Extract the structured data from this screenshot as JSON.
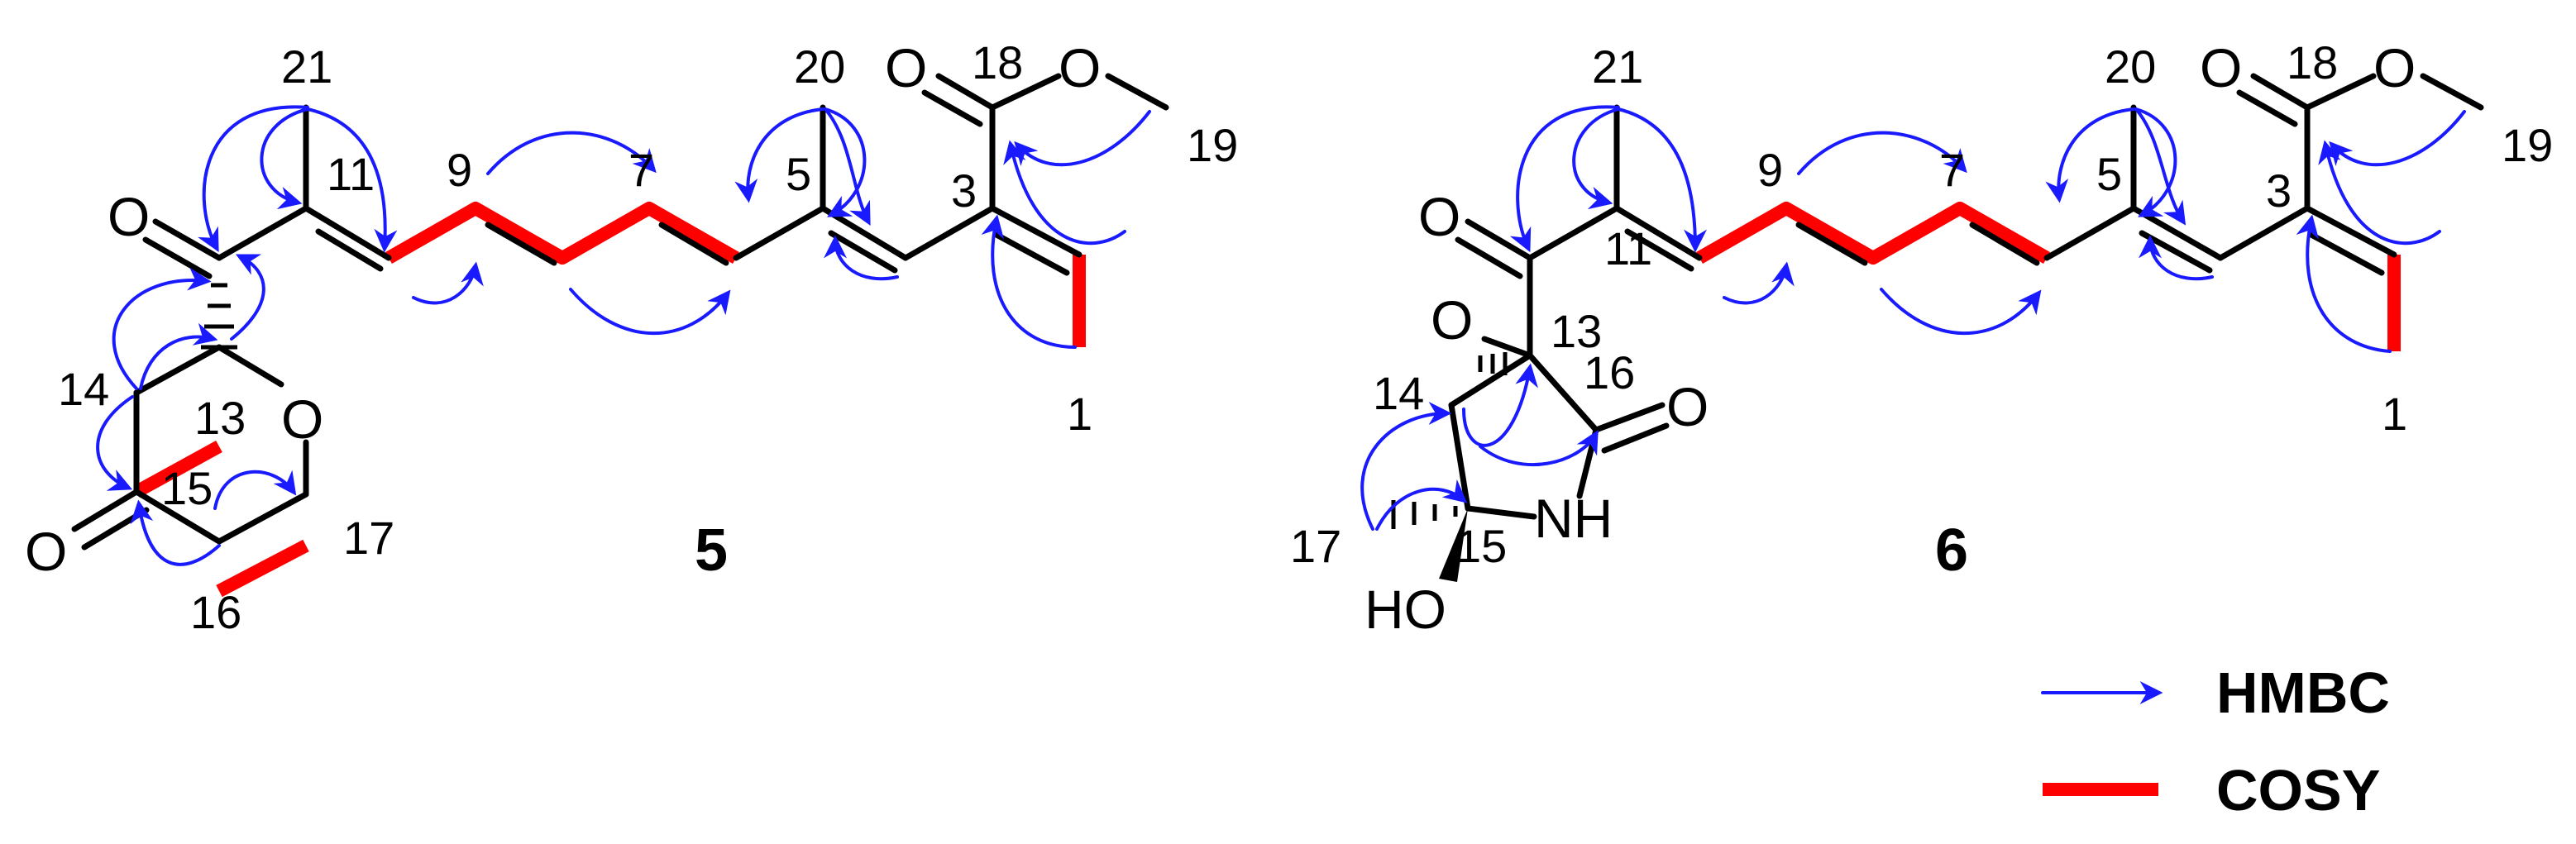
{
  "compounds": {
    "c5": {
      "label": "5",
      "atoms": {
        "o_ketone": "O",
        "o_ring": "O",
        "o_c15": "O",
        "o_carbonyl18": "O",
        "o_ester": "O"
      },
      "numbers": [
        "21",
        "11",
        "9",
        "7",
        "20",
        "5",
        "3",
        "18",
        "19",
        "1",
        "14",
        "13",
        "15",
        "17",
        "16"
      ]
    },
    "c6": {
      "label": "6",
      "atoms": {
        "o_ketone": "O",
        "o_epoxide": "O",
        "o_lactam": "O",
        "nh": "NH",
        "ho": "HO",
        "o_carbonyl18": "O",
        "o_ester": "O"
      },
      "numbers": [
        "21",
        "11",
        "9",
        "7",
        "20",
        "5",
        "3",
        "18",
        "19",
        "1",
        "13",
        "14",
        "16",
        "17",
        "15"
      ]
    }
  },
  "legend": {
    "hmbc_label": "HMBC",
    "cosy_label": "COSY",
    "hmbc_color": "#1a1aff",
    "cosy_color": "#ff0000"
  }
}
